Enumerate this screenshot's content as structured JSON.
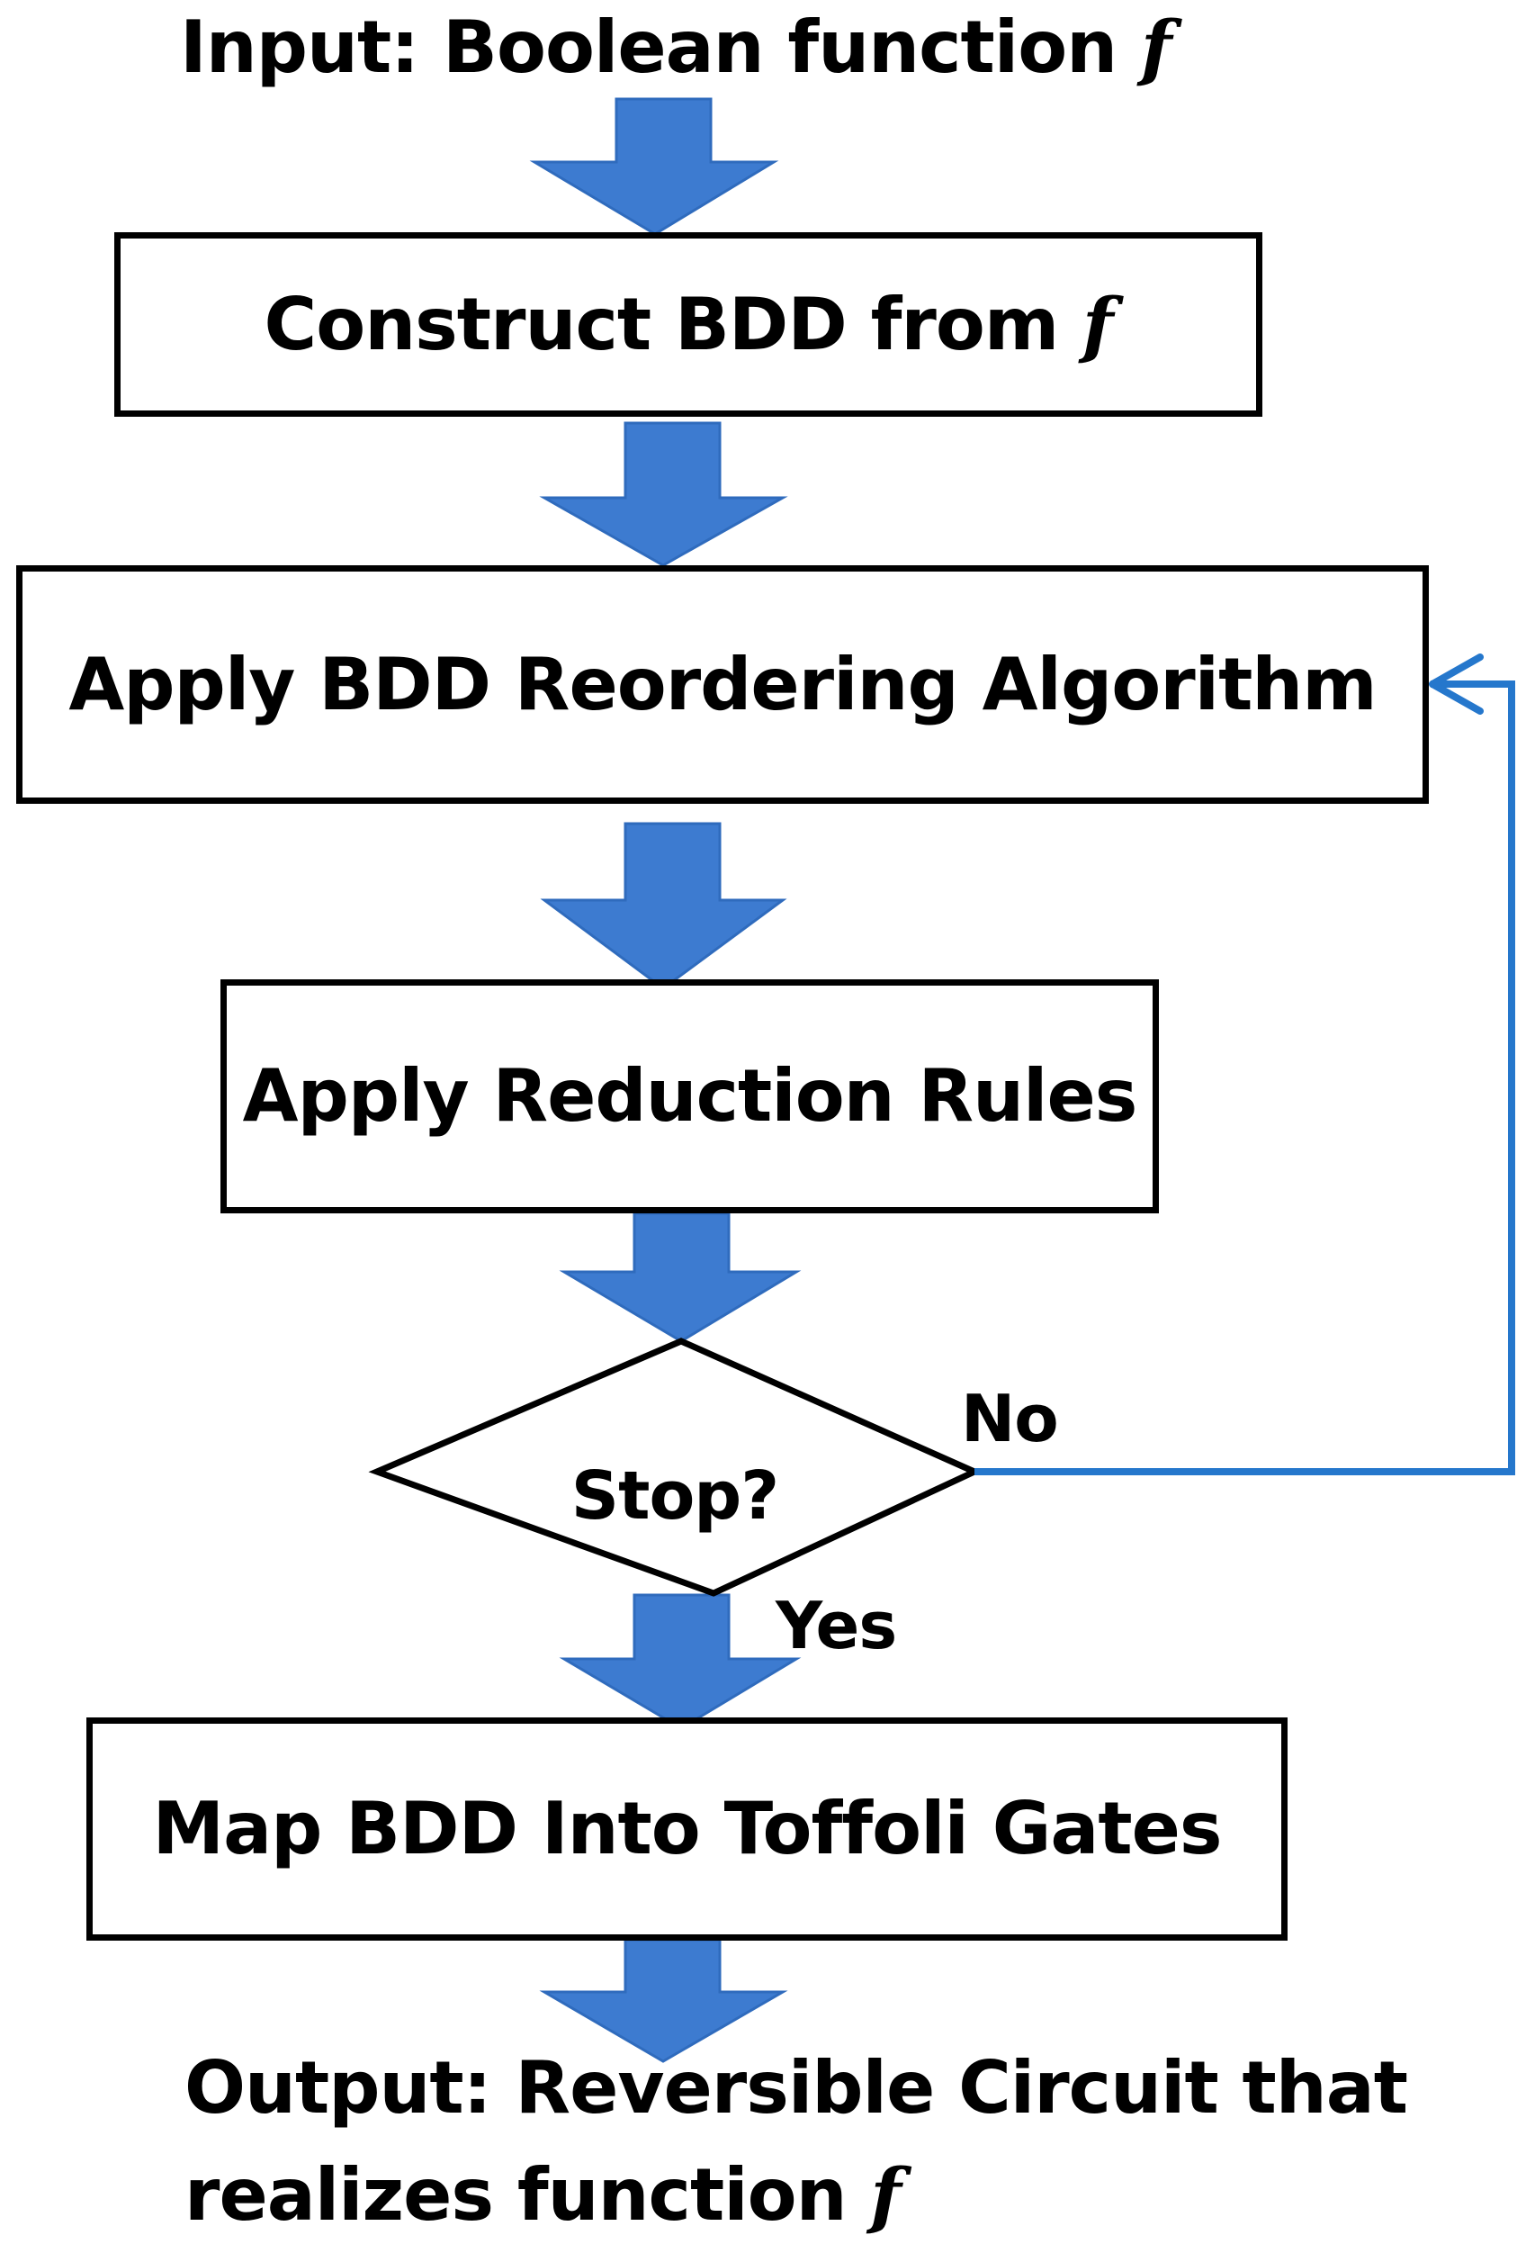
{
  "colors": {
    "arrow_fill": "#3d7bd0",
    "loop_line": "#2577cc",
    "box_border": "#000000",
    "text": "#000000"
  },
  "input": {
    "prefix": "Input:",
    "text": "Boolean function",
    "var": "f"
  },
  "steps": {
    "construct": {
      "text": "Construct BDD from",
      "var": "f"
    },
    "reorder": {
      "text": "Apply BDD Reordering Algorithm"
    },
    "reduce": {
      "text": "Apply Reduction Rules"
    },
    "map": {
      "text": "Map BDD Into Toffoli Gates"
    }
  },
  "decision": {
    "text": "Stop?",
    "no_label": "No",
    "yes_label": "Yes"
  },
  "output": {
    "prefix": "Output:",
    "line1": "Reversible Circuit that",
    "line2": "realizes function",
    "var": "f"
  }
}
